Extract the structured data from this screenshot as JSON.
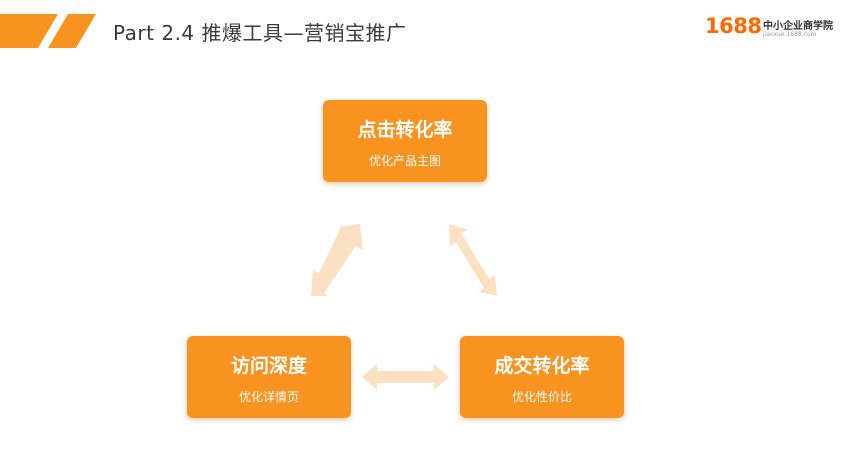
{
  "header": {
    "title": "Part 2.4 推爆工具—营销宝推广",
    "accent_color": "#f7931e"
  },
  "logo": {
    "number": "1688",
    "name": "中小企业商学院",
    "url": "jiaoxue.1688.com"
  },
  "diagram": {
    "nodes": [
      {
        "id": "top",
        "title": "点击转化率",
        "subtitle": "优化产品主图"
      },
      {
        "id": "left",
        "title": "访问深度",
        "subtitle": "优化详情页"
      },
      {
        "id": "right",
        "title": "成交转化率",
        "subtitle": "优化性价比"
      }
    ],
    "edges": [
      {
        "from": "top",
        "to": "left",
        "direction": "both"
      },
      {
        "from": "top",
        "to": "right",
        "direction": "both"
      },
      {
        "from": "left",
        "to": "right",
        "direction": "both"
      }
    ],
    "node_color": "#f7931e",
    "arrow_color": "#fbe0c2"
  }
}
